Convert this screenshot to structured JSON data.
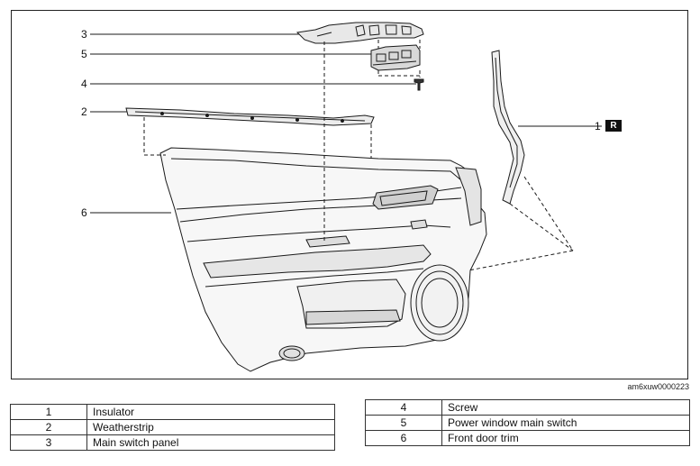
{
  "callouts": [
    {
      "id": "c1",
      "num": "1"
    },
    {
      "id": "c2",
      "num": "2"
    },
    {
      "id": "c3",
      "num": "3"
    },
    {
      "id": "c4",
      "num": "4"
    },
    {
      "id": "c5",
      "num": "5"
    },
    {
      "id": "c6",
      "num": "6"
    }
  ],
  "badge": "R",
  "figure_code": "am6xuw0000223",
  "legend_left": [
    {
      "num": "1",
      "label": "Insulator"
    },
    {
      "num": "2",
      "label": "Weatherstrip"
    },
    {
      "num": "3",
      "label": "Main switch panel"
    }
  ],
  "legend_right": [
    {
      "num": "4",
      "label": "Screw"
    },
    {
      "num": "5",
      "label": "Power window main switch"
    },
    {
      "num": "6",
      "label": "Front door trim"
    }
  ]
}
